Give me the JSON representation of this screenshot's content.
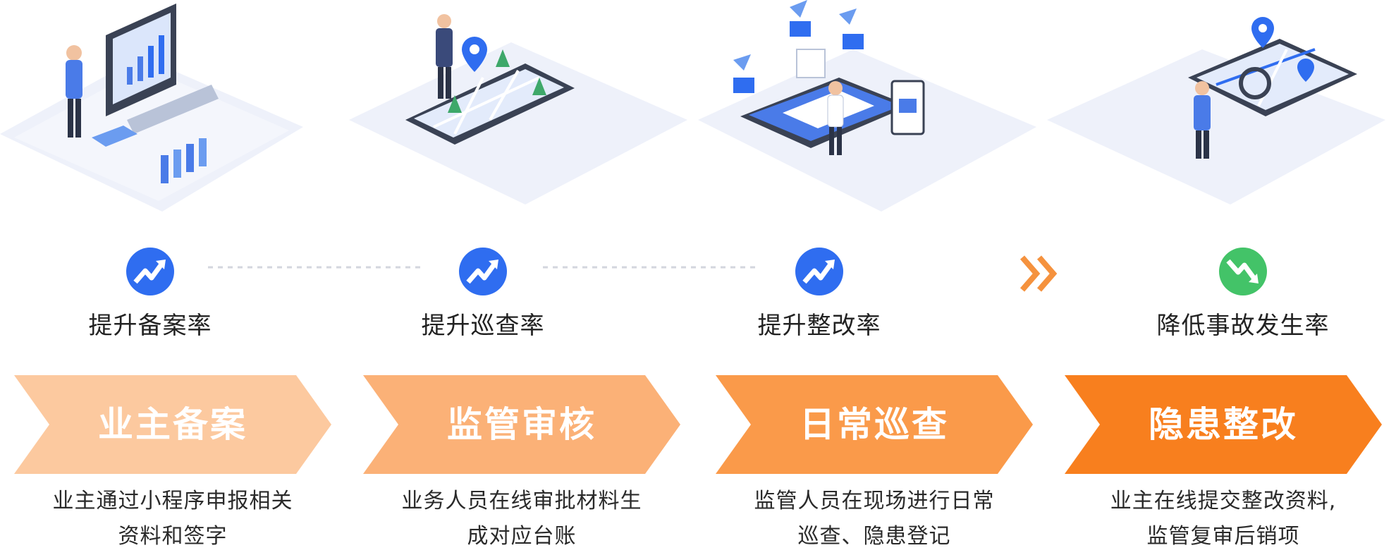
{
  "colors": {
    "step1": "#fcc99f",
    "step2": "#fbb177",
    "step3": "#fa9a4a",
    "step4": "#f87f1e",
    "up_icon": "#2f6df0",
    "down_icon": "#43c368",
    "chevron": "#f5923e",
    "dots": "#d3d6de"
  },
  "steps": [
    {
      "metric": "提升备案率",
      "metric_icon": "trend-up-icon",
      "title": "业主备案",
      "desc_lines": [
        "业主通过小程序申报相关",
        "资料和签字"
      ]
    },
    {
      "metric": "提升巡查率",
      "metric_icon": "trend-up-icon",
      "title": "监管审核",
      "desc_lines": [
        "业务人员在线审批材料生",
        "成对应台账"
      ]
    },
    {
      "metric": "提升整改率",
      "metric_icon": "trend-up-icon",
      "title": "日常巡查",
      "desc_lines": [
        "监管人员在现场进行日常",
        "巡查、隐患登记"
      ]
    },
    {
      "metric": "降低事故发生率",
      "metric_icon": "trend-down-icon",
      "title": "隐患整改",
      "desc_lines": [
        "业主在线提交整改资料,",
        "监管复审后销项"
      ]
    }
  ]
}
